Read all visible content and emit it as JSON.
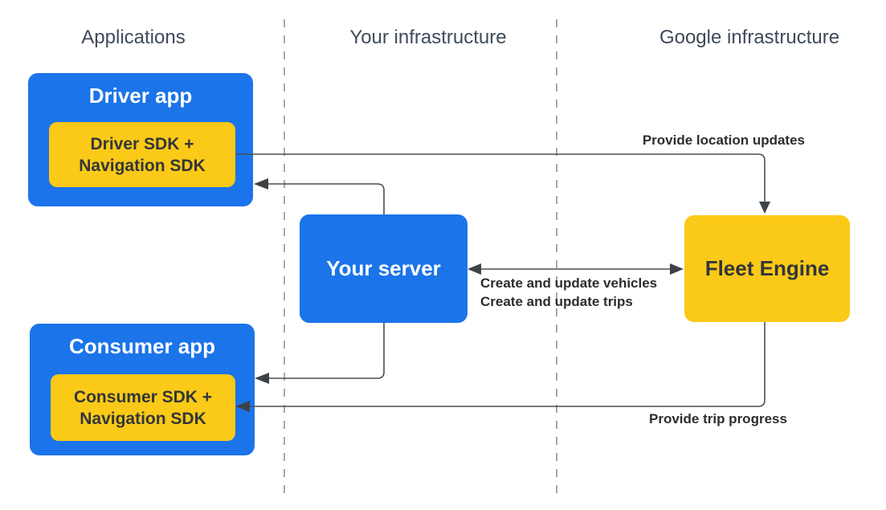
{
  "columns": {
    "applications": "Applications",
    "your_infrastructure": "Your infrastructure",
    "google_infrastructure": "Google infrastructure"
  },
  "nodes": {
    "driver_app": {
      "title": "Driver app",
      "sdk_line1": "Driver SDK +",
      "sdk_line2": "Navigation SDK"
    },
    "consumer_app": {
      "title": "Consumer app",
      "sdk_line1": "Consumer SDK +",
      "sdk_line2": "Navigation SDK"
    },
    "your_server": {
      "title": "Your server"
    },
    "fleet_engine": {
      "title": "Fleet Engine"
    }
  },
  "edges": {
    "location_updates": {
      "label": "Provide location updates"
    },
    "server_fleet": {
      "label_line1": "Create and update vehicles",
      "label_line2": "Create and update trips"
    },
    "trip_progress": {
      "label": "Provide trip progress"
    }
  },
  "colors": {
    "node-blue": "#1b74e9",
    "node-yellow": "#fbc917",
    "line": "#4b4f54",
    "arrow": "#3d4247",
    "divider": "#9aa0a6",
    "header-text": "#3f4a5a",
    "dark-text": "#323639",
    "label-text": "#2d2d2d",
    "white-text": "#ffffff"
  }
}
